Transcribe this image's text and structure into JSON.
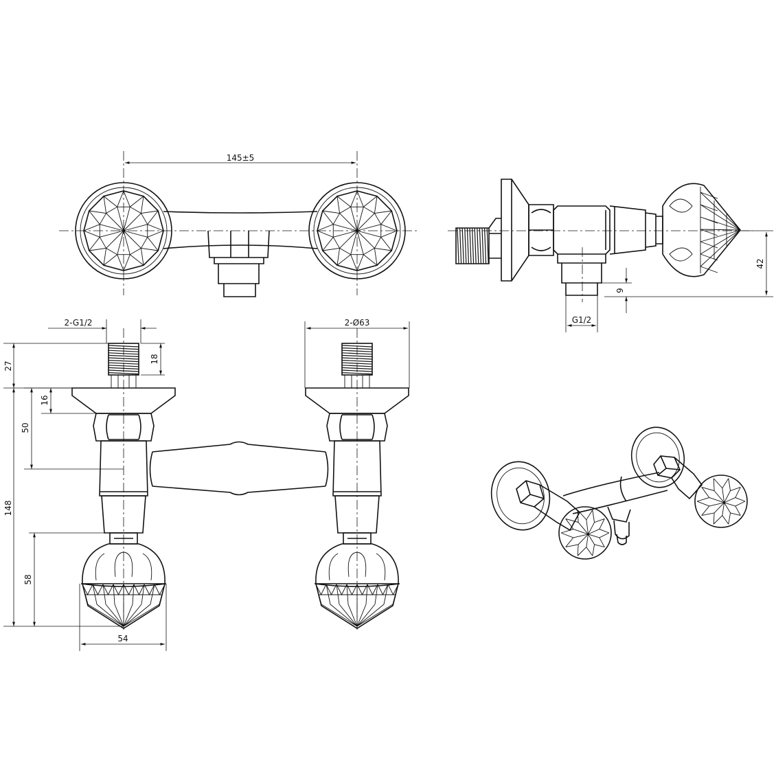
{
  "dimensions": {
    "top_width": "145±5",
    "thread_spec": "2-G1/2",
    "flange_dia": "2-Ø63",
    "thread_len": "18",
    "top_offset": "27",
    "flange_thk": "16",
    "body_axis": "50",
    "overall_h": "148",
    "handle_h": "58",
    "handle_w": "54",
    "side_depth": "42",
    "outlet_len": "9",
    "outlet_thread": "G1/2"
  },
  "colors": {
    "line": "#111111",
    "background": "#ffffff"
  }
}
